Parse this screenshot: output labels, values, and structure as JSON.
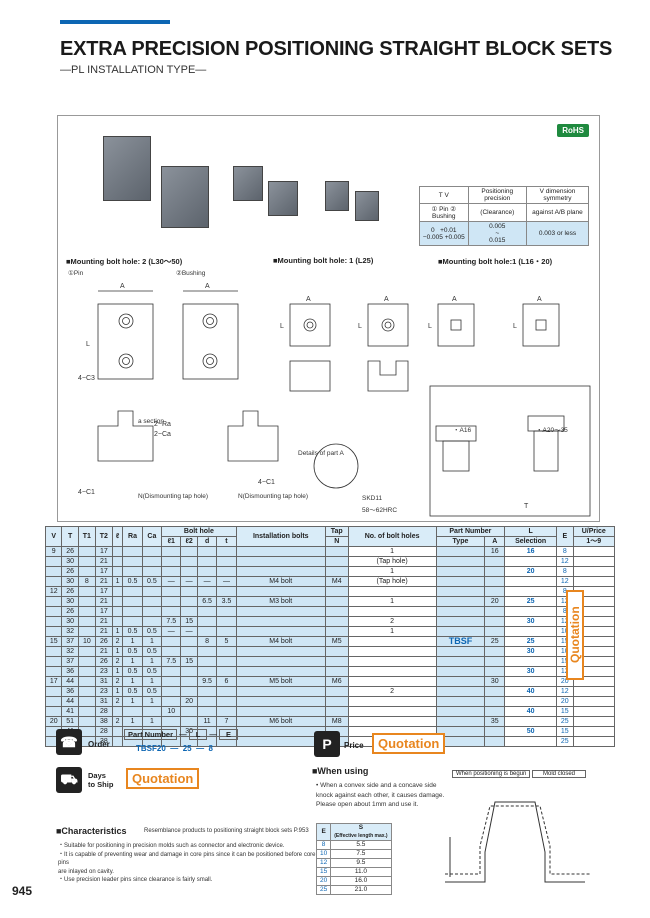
{
  "header": {
    "title": "EXTRA PRECISION POSITIONING STRAIGHT BLOCK SETS",
    "subtitle": "—PL INSTALLATION TYPE—"
  },
  "rohs": "RoHS",
  "tolerance": {
    "head_t": "T",
    "head_v": "V",
    "head_pos": "Positioning precision",
    "head_sym": "V dimension symmetry",
    "pin": "① Pin",
    "bushing": "② Bushing",
    "clearance": "(Clearance)",
    "plane": "against A/B plane",
    "pin_val_1": "0",
    "pin_val_2": "−0.005",
    "bush_val_1": "+0.01",
    "bush_val_2": "+0.005",
    "clr_1": "0.005",
    "clr_2": "~",
    "clr_3": "0.015",
    "sym": "0.003 or less"
  },
  "sections": {
    "s1": "■Mounting bolt hole: 2 (L30～50)",
    "s2": "■Mounting bolt hole: 1 (L25)",
    "s3": "■Mounting bolt hole:1 (L16・20)",
    "pin": "①Pin",
    "bushing": "②Bushing",
    "a16": "・A16",
    "a20": "・A20～35",
    "details": "Details of part A",
    "asec": "a section",
    "ntap1": "N(Dismounting tap hole)",
    "ntap2": "N(Dismounting tap hole)",
    "mat_m": "SKD11",
    "mat_h": "58～62HRC"
  },
  "spec_table": {
    "headers": {
      "V": "V",
      "T": "T",
      "T1": "T1",
      "T2": "T2",
      "l": "ℓ",
      "Ra": "Ra",
      "Ca": "Ca",
      "bolt_hole": "Bolt hole",
      "l1": "ℓ1",
      "l2": "ℓ2",
      "d": "d",
      "t": "t",
      "install": "Installation bolts",
      "tap": "Tap",
      "tapN": "N",
      "nbolt": "No. of bolt holes",
      "part_number": "Part Number",
      "type": "Type",
      "A": "A",
      "L": "L",
      "sel": "Selection",
      "E": "E",
      "price": "U/Price",
      "qty": "1～9"
    },
    "type": "TBSF",
    "rows": [
      [
        "9",
        "26",
        "",
        "17",
        "",
        "",
        "",
        "",
        "",
        "",
        "",
        "",
        "",
        "1",
        "16",
        "16",
        "8"
      ],
      [
        "",
        "30",
        "",
        "21",
        "",
        "",
        "",
        "",
        "",
        "",
        "",
        "",
        "",
        "(Tap hole)",
        "",
        "",
        "12"
      ],
      [
        "",
        "26",
        "",
        "17",
        "",
        "",
        "",
        "",
        "",
        "",
        "",
        "",
        "",
        "1",
        "",
        "20",
        "8"
      ],
      [
        "",
        "30",
        "8",
        "21",
        "1",
        "0.5",
        "0.5",
        "—",
        "—",
        "—",
        "—",
        "M4 bolt",
        "M4",
        "(Tap hole)",
        "",
        "",
        "12"
      ],
      [
        "12",
        "26",
        "",
        "17",
        "",
        "",
        "",
        "",
        "",
        "",
        "",
        "",
        "",
        "",
        "",
        "",
        "8"
      ],
      [
        "",
        "30",
        "",
        "21",
        "",
        "",
        "",
        "",
        "",
        "6.5",
        "3.5",
        "M3 bolt",
        "",
        "1",
        "20",
        "25",
        "12"
      ],
      [
        "",
        "26",
        "",
        "17",
        "",
        "",
        "",
        "",
        "",
        "",
        "",
        "",
        "",
        "",
        "",
        "",
        "8"
      ],
      [
        "",
        "30",
        "",
        "21",
        "",
        "",
        "",
        "7.5",
        "15",
        "",
        "",
        "",
        "",
        "2",
        "",
        "30",
        "12"
      ],
      [
        "",
        "32",
        "",
        "21",
        "1",
        "0.5",
        "0.5",
        "—",
        "—",
        "",
        "",
        "",
        "",
        "1",
        "",
        "",
        "10"
      ],
      [
        "15",
        "37",
        "10",
        "26",
        "2",
        "1",
        "1",
        "",
        "",
        "8",
        "5",
        "M4 bolt",
        "M5",
        "",
        "25",
        "25",
        "15"
      ],
      [
        "",
        "32",
        "",
        "21",
        "1",
        "0.5",
        "0.5",
        "",
        "",
        "",
        "",
        "",
        "",
        "",
        "",
        "30",
        "10"
      ],
      [
        "",
        "37",
        "",
        "26",
        "2",
        "1",
        "1",
        "7.5",
        "15",
        "",
        "",
        "",
        "",
        "",
        "",
        "",
        "15"
      ],
      [
        "",
        "36",
        "",
        "23",
        "1",
        "0.5",
        "0.5",
        "",
        "",
        "",
        "",
        "",
        "",
        "",
        "",
        "30",
        "12"
      ],
      [
        "17",
        "44",
        "",
        "31",
        "2",
        "1",
        "1",
        "",
        "",
        "9.5",
        "6",
        "M5 bolt",
        "M6",
        "",
        "30",
        "",
        "20"
      ],
      [
        "",
        "36",
        "",
        "23",
        "1",
        "0.5",
        "0.5",
        "",
        "",
        "",
        "",
        "",
        "",
        "2",
        "",
        "40",
        "12"
      ],
      [
        "",
        "44",
        "",
        "31",
        "2",
        "1",
        "1",
        "",
        "20",
        "",
        "",
        "",
        "",
        "",
        "",
        "",
        "20"
      ],
      [
        "",
        "41",
        "",
        "28",
        "",
        "",
        "",
        "10",
        "",
        "",
        "",
        "",
        "",
        "",
        "",
        "40",
        "15"
      ],
      [
        "20",
        "51",
        "",
        "38",
        "2",
        "1",
        "1",
        "",
        "",
        "11",
        "7",
        "M6 bolt",
        "M8",
        "",
        "35",
        "",
        "25"
      ],
      [
        "",
        "41",
        "",
        "28",
        "",
        "",
        "",
        "",
        "30",
        "",
        "",
        "",
        "",
        "",
        "",
        "50",
        "15"
      ],
      [
        "",
        "51",
        "",
        "38",
        "",
        "",
        "",
        "",
        "",
        "",
        "",
        "",
        "",
        "",
        "",
        "",
        "25"
      ]
    ],
    "quotation": "Quotation"
  },
  "order": {
    "label": "Order",
    "pn_label": "Part Number",
    "dash": "—",
    "L": "L",
    "E": "E",
    "example_type": "TBSF20",
    "example_L": "25",
    "example_E": "8",
    "price_label": "Price",
    "price_value": "Quotation",
    "days_label": "Days",
    "ship_label": "to Ship",
    "days_value": "Quotation"
  },
  "characteristics": {
    "title": "■Characteristics",
    "note": "Resemblance products to positioning straight block sets",
    "page_ref": "P.953",
    "items": [
      "・Suitable for positioning in precision molds such as connector and electronic device.",
      "・It is capable of preventing wear and damage in core pins since it can be positioned before core pins",
      "  are inlayed on cavity.",
      "・Use precision leader pins since clearance is fairly small."
    ]
  },
  "when_using": {
    "title": "■When using",
    "text": "• When a convex side and a concave side knock against each other, it causes damage. Please open about 1mm and use it.",
    "pos_label": "When positioning is begun",
    "closed_label": "Mold closed",
    "table_h1": "E",
    "table_h2": "S",
    "table_h2b": "(Effective length max.)",
    "rows": [
      [
        "8",
        "5.5"
      ],
      [
        "10",
        "7.5"
      ],
      [
        "12",
        "9.5"
      ],
      [
        "15",
        "11.0"
      ],
      [
        "20",
        "16.0"
      ],
      [
        "25",
        "21.0"
      ]
    ]
  },
  "page_number": "945",
  "colors": {
    "brand_blue": "#0d66b3",
    "accent_orange": "#e8861f",
    "cell_blue": "#cfe6f5"
  }
}
